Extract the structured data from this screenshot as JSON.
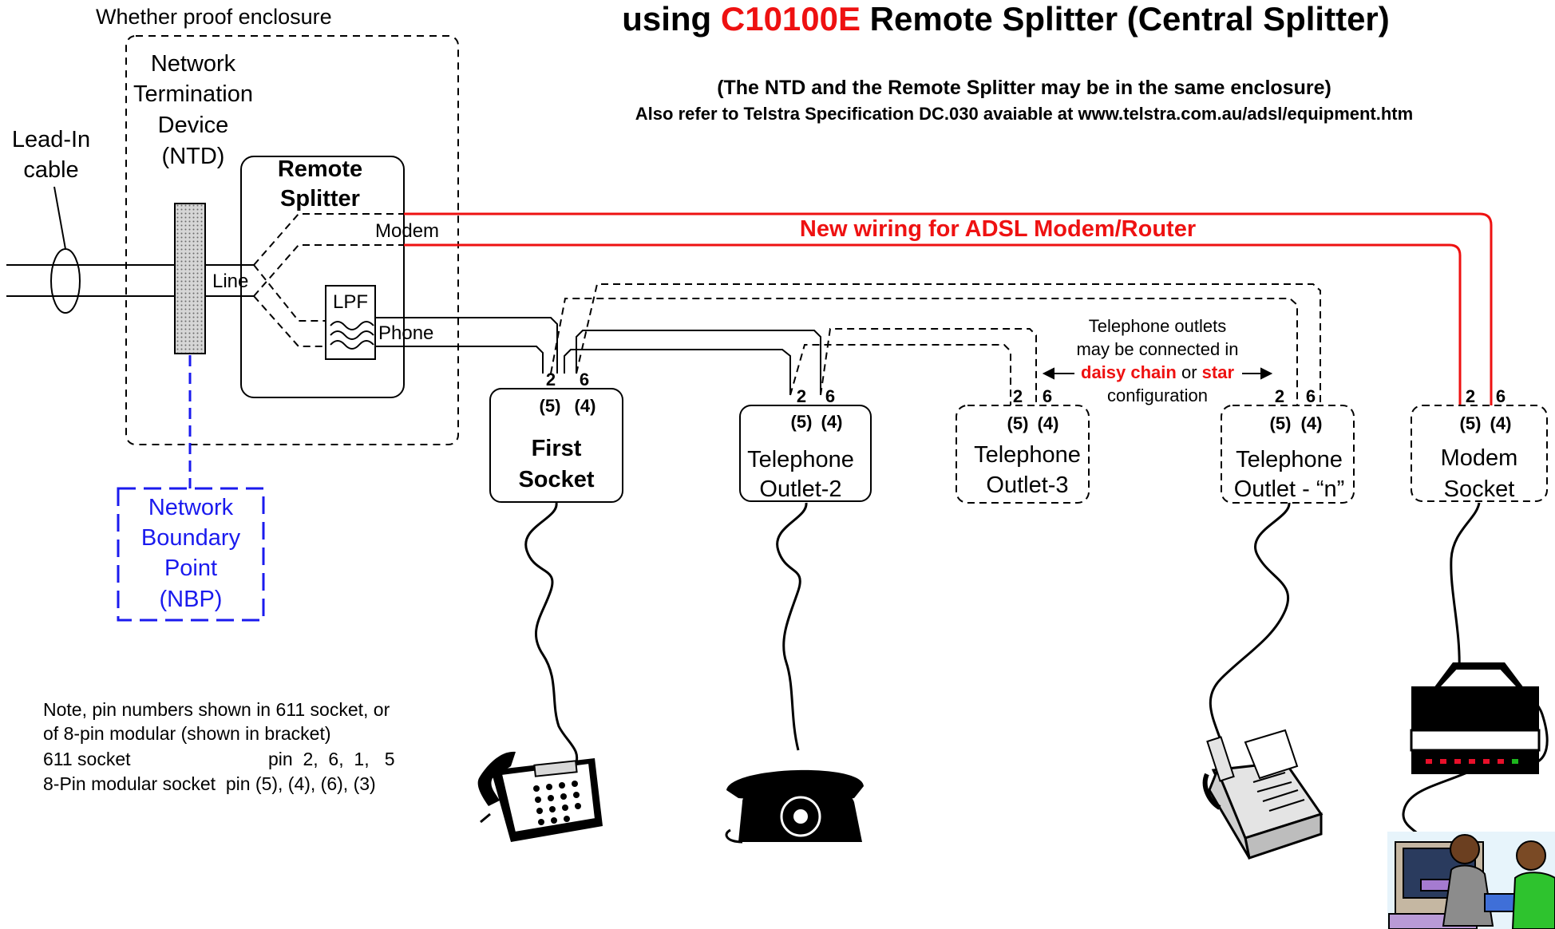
{
  "title": {
    "prefix": "using ",
    "product": "C10100E",
    "suffix": " Remote Splitter (Central Splitter)"
  },
  "subtitle": "(The NTD and the Remote Splitter may be in the same enclosure)",
  "reference": "Also refer to Telstra Specification DC.030 avaiable at www.telstra.com.au/adsl/equipment.htm",
  "enclosure_label": "Whether proof enclosure",
  "ntd": {
    "line1": "Network",
    "line2": "Termination",
    "line3": "Device",
    "line4": "(NTD)"
  },
  "lead_in": {
    "line1": "Lead-In",
    "line2": "cable"
  },
  "splitter": {
    "title1": "Remote",
    "title2": "Splitter",
    "modem_label": "Modem",
    "line_label": "Line",
    "lpf_label": "LPF",
    "phone_label": "Phone"
  },
  "nbp": {
    "line1": "Network",
    "line2": "Boundary",
    "line3": "Point",
    "line4": "(NBP)"
  },
  "new_wiring_label": "New wiring for ADSL Modem/Router",
  "config_note": {
    "line1": "Telephone outlets",
    "line2": "may be connected in",
    "daisy": "daisy chain",
    "or": " or ",
    "star": "star",
    "line4": "configuration"
  },
  "sockets": [
    {
      "name1": "First",
      "name2": "Socket",
      "pin_a": "2",
      "pin_b": "6",
      "pin8_a": "(5)",
      "pin8_b": "(4)"
    },
    {
      "name1": "Telephone",
      "name2": "Outlet-2",
      "pin_a": "2",
      "pin_b": "6",
      "pin8_a": "(5)",
      "pin8_b": "(4)"
    },
    {
      "name1": "Telephone",
      "name2": "Outlet-3",
      "pin_a": "2",
      "pin_b": "6",
      "pin8_a": "(5)",
      "pin8_b": "(4)"
    },
    {
      "name1": "Telephone",
      "name2": "Outlet - “n”",
      "pin_a": "2",
      "pin_b": "6",
      "pin8_a": "(5)",
      "pin8_b": "(4)"
    },
    {
      "name1": "Modem",
      "name2": "Socket",
      "pin_a": "2",
      "pin_b": "6",
      "pin8_a": "(5)",
      "pin8_b": "(4)"
    }
  ],
  "pin_note": {
    "line1": "Note, pin numbers shown in 611 socket, or",
    "line2": "of 8-pin modular (shown in bracket)",
    "line3_label": "611 socket",
    "line3_values": "pin  2,  6,  1,   5",
    "line4": "8-Pin modular socket  pin (5), (4), (6), (3)"
  },
  "colors": {
    "accent_red": "#ee1111",
    "nbp_blue": "#1a1aee",
    "line_black": "#000000"
  },
  "icons": [
    "desk-phone-icon",
    "rotary-phone-icon",
    "fax-machine-icon",
    "modem-router-icon",
    "computer-user-icon"
  ]
}
